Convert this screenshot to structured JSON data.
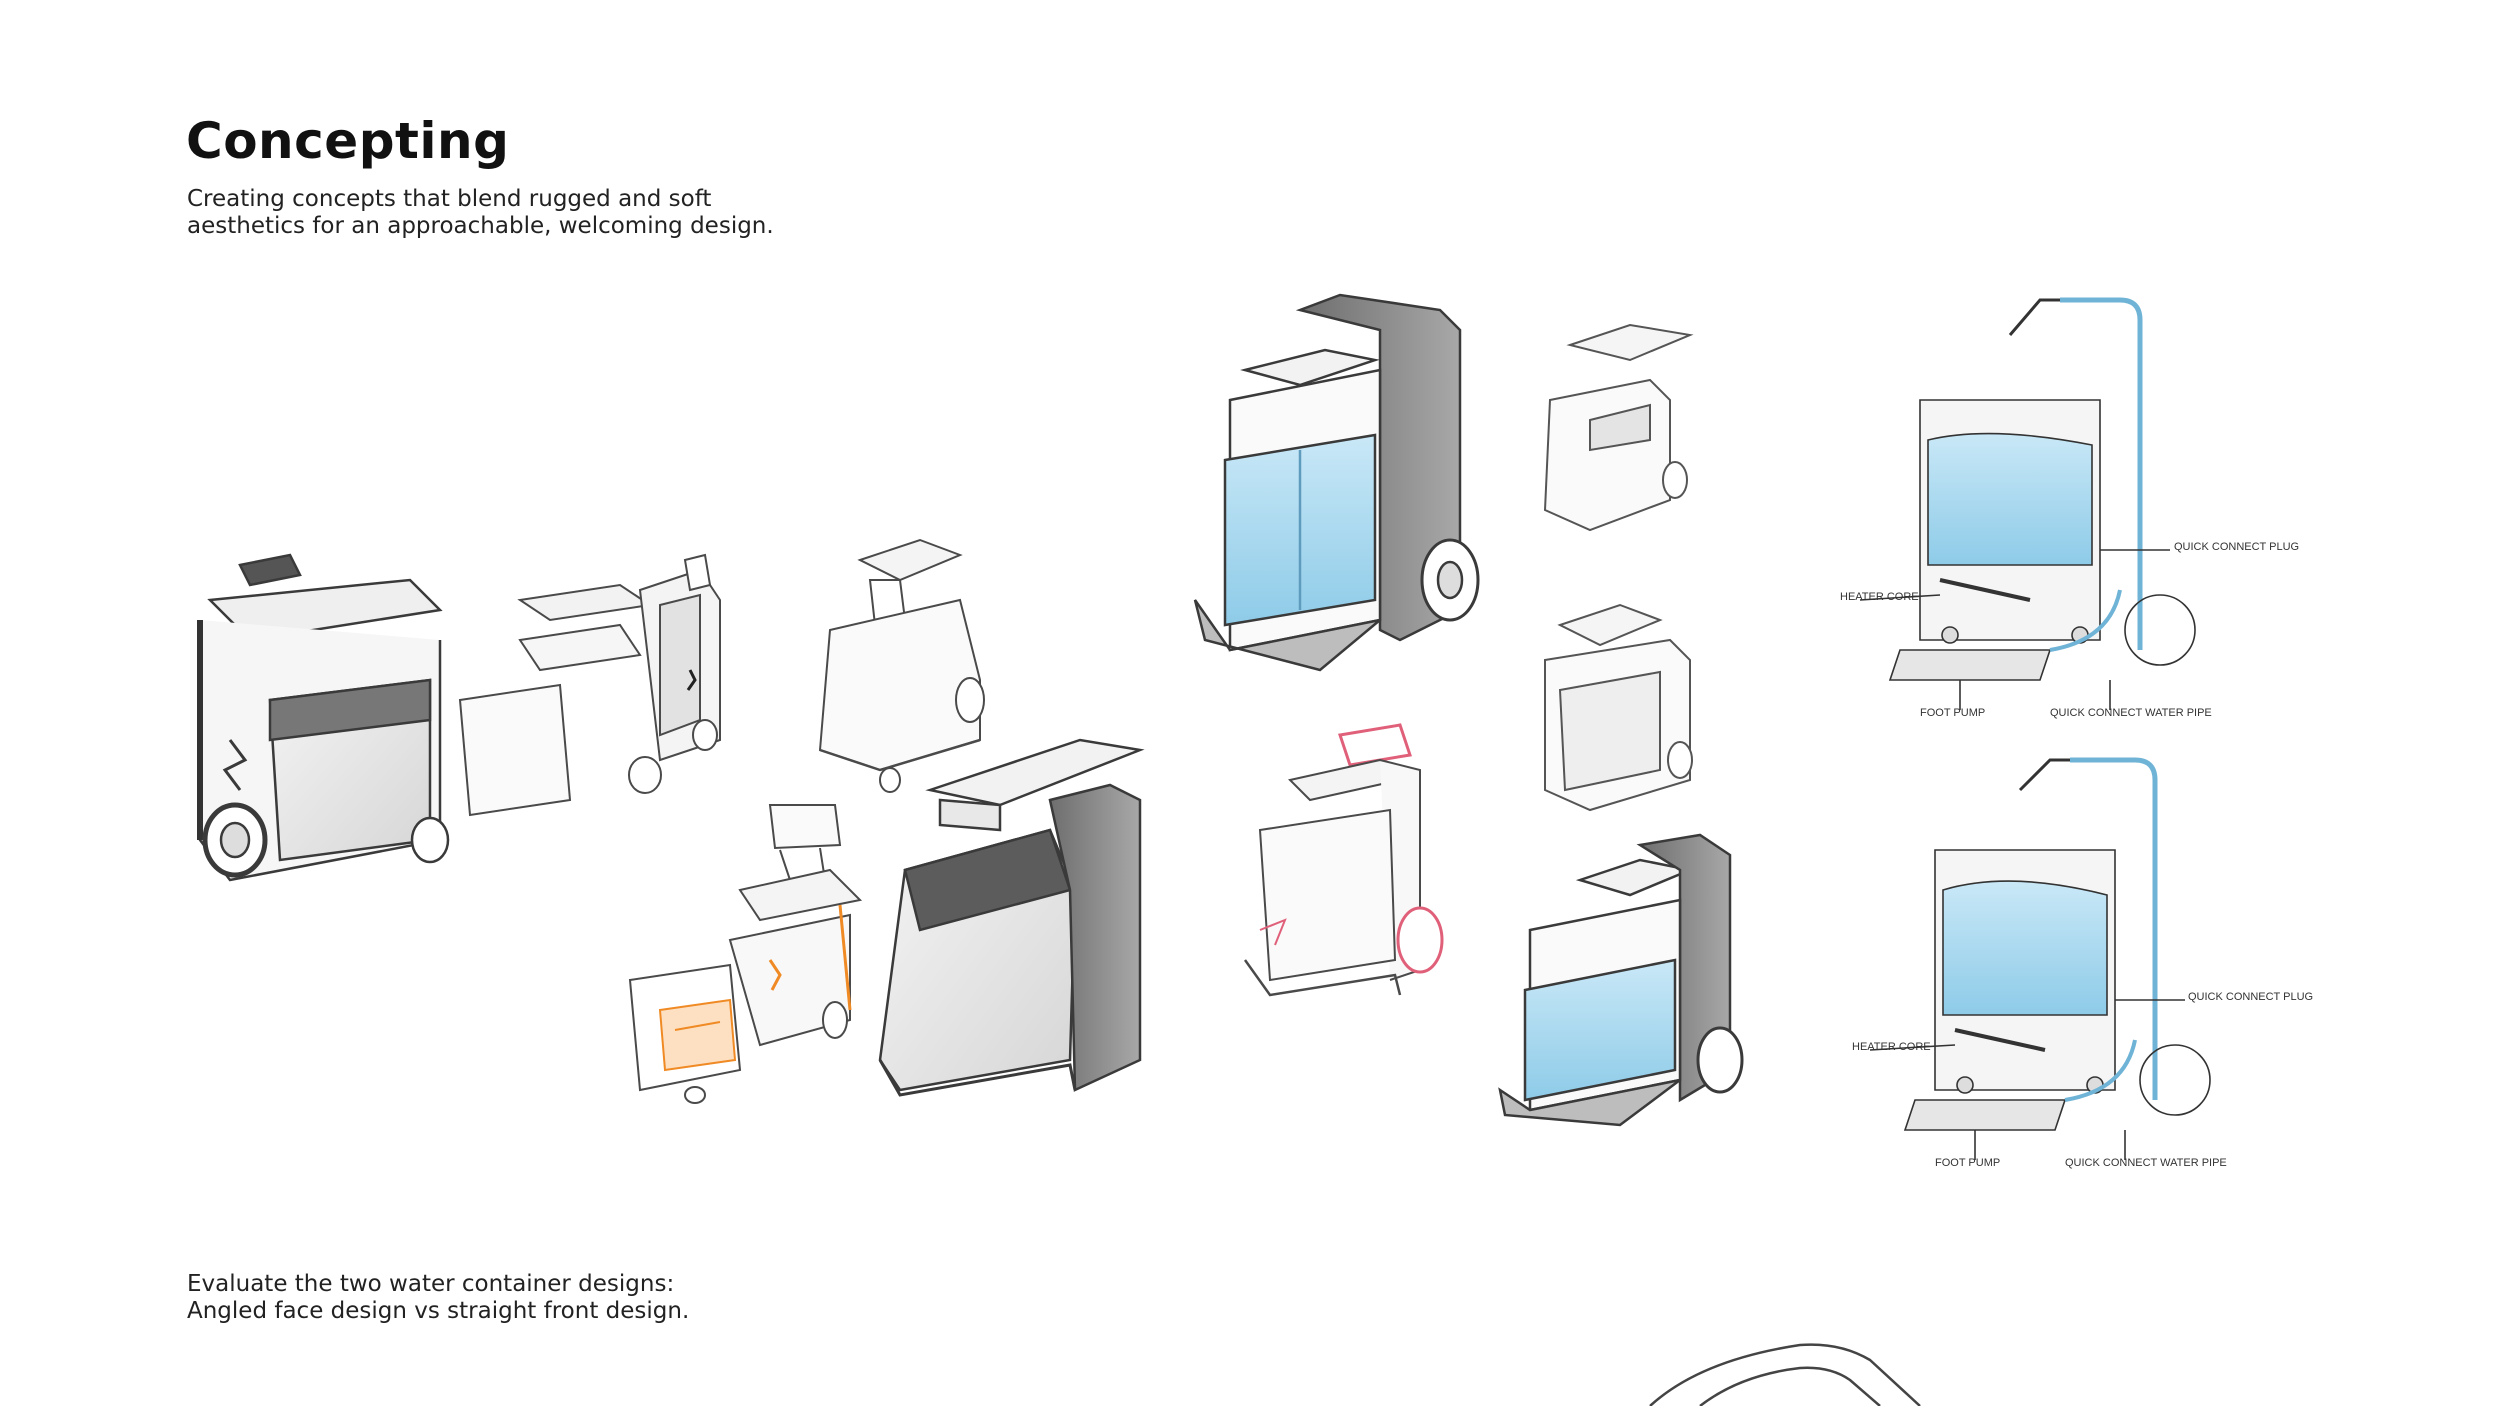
{
  "page": {
    "title": "Concepting",
    "intro": [
      "Creating concepts that blend rugged and soft",
      "aesthetics for an approachable, welcoming design."
    ],
    "outro": [
      "Evaluate the two water container designs:",
      "Angled face design vs straight front design."
    ]
  },
  "diagram_top": {
    "labels": {
      "quick_connect_plug": "QUICK CONNECT PLUG",
      "heater_core": "HEATER CORE",
      "foot_pump": "FOOT PUMP",
      "quick_connect_water_pipe": "QUICK CONNECT WATER PIPE"
    }
  },
  "diagram_bottom": {
    "labels": {
      "quick_connect_plug": "QUICK CONNECT PLUG",
      "heater_core": "HEATER CORE",
      "foot_pump": "FOOT PUMP",
      "quick_connect_water_pipe": "QUICK CONNECT WATER PIPE"
    }
  },
  "colors": {
    "water": "#a9d6ee",
    "outline": "#3a3a3a",
    "accent_orange": "#f08a24",
    "accent_pink": "#e0607a",
    "body_grey": "#8c8c8c"
  }
}
